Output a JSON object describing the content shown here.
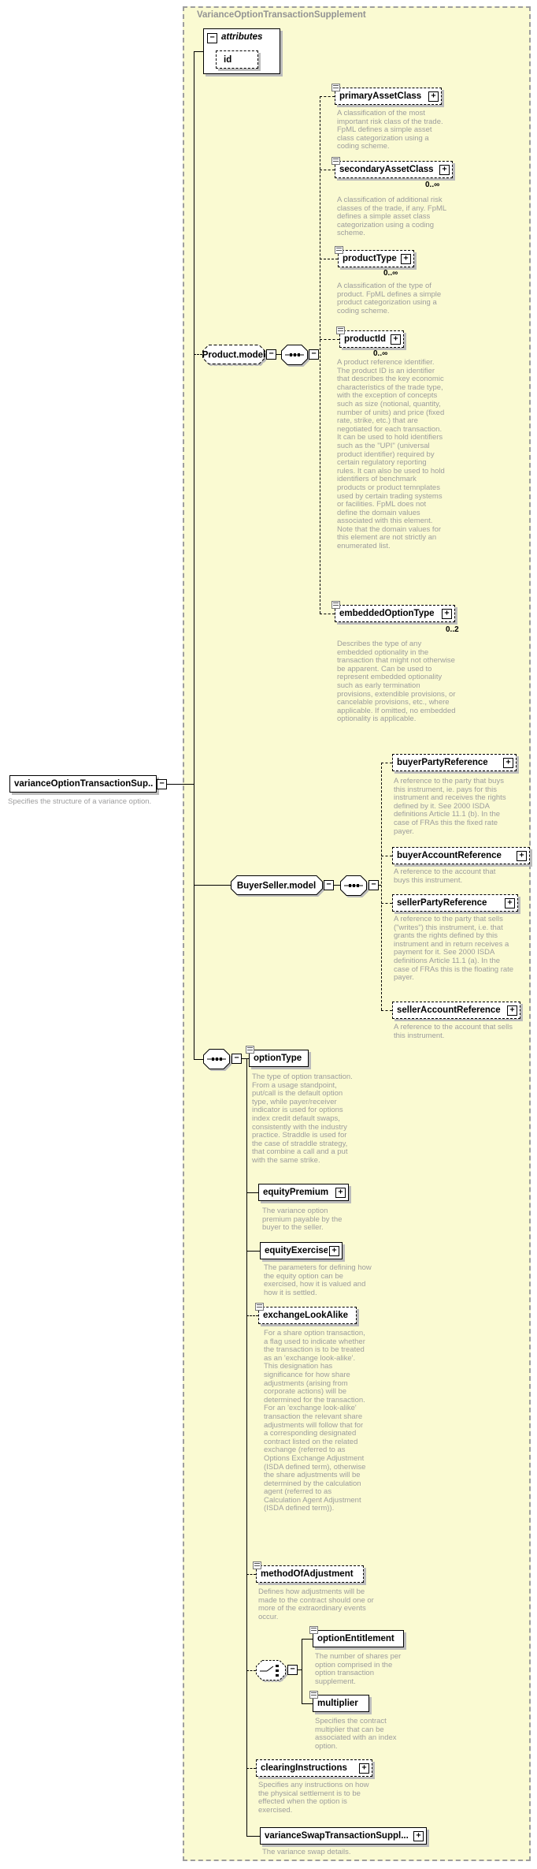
{
  "header": {
    "title": "VarianceOptionTransactionSupplement"
  },
  "icons": {
    "expand": "+",
    "collapse": "−"
  },
  "root": {
    "label": "varianceOptionTransactionSup...",
    "desc": "Specifies the structure of a variance option."
  },
  "attributes": {
    "label": "attributes",
    "id_label": "id"
  },
  "model_groups": {
    "product": {
      "label": "Product.model"
    },
    "buyer_seller": {
      "label": "BuyerSeller.model"
    }
  },
  "elements": {
    "primaryAssetClass": {
      "label": "primaryAssetClass",
      "desc": "A classification of the most important risk class of the trade. FpML defines a simple asset class categorization using a coding scheme."
    },
    "secondaryAssetClass": {
      "label": "secondaryAssetClass",
      "cardinality": "0..∞",
      "desc": "A classification of additional risk classes of the trade, if any. FpML defines a simple asset class categorization using a coding scheme."
    },
    "productType": {
      "label": "productType",
      "cardinality": "0..∞",
      "desc": "A classification of the type of product. FpML defines a simple product categorization using a coding scheme."
    },
    "productId": {
      "label": "productId",
      "cardinality": "0..∞",
      "desc": "A product reference identifier. The product ID is an identifier that describes the key economic characteristics of the trade type, with the exception of concepts such as size (notional, quantity, number of units) and price (fixed rate, strike, etc.) that are negotiated for each transaction. It can be used to hold identifiers such as the \"UPI\" (universal product identifier) required by certain regulatory reporting rules. It can also be used to hold identifiers of benchmark products or product temnplates used by certain trading systems or facilities. FpML does not define the domain values associated with this element. Note that the domain values for this element are not strictly an enumerated list."
    },
    "embeddedOptionType": {
      "label": "embeddedOptionType",
      "cardinality": "0..2",
      "desc": "Describes the type of any embedded optionality in the transaction that might not otherwise be apparent. Can be used to represent embedded optionality such as early termination provisions, extendible provisions, or cancelable provisions, etc., where applicable. If omitted, no embedded optionality is applicable."
    },
    "buyerPartyReference": {
      "label": "buyerPartyReference",
      "desc": "A reference to the party that buys this instrument, ie. pays for this instrument and receives the rights defined by it. See 2000 ISDA definitions Article 11.1 (b). In the case of FRAs this the fixed rate payer."
    },
    "buyerAccountReference": {
      "label": "buyerAccountReference",
      "desc": "A reference to the account that buys this instrument."
    },
    "sellerPartyReference": {
      "label": "sellerPartyReference",
      "desc": "A reference to the party that sells (\"writes\") this instrument, i.e. that grants the rights defined by this instrument and in return receives a payment for it. See 2000 ISDA definitions Article 11.1 (a). In the case of FRAs this is the floating rate payer."
    },
    "sellerAccountReference": {
      "label": "sellerAccountReference",
      "desc": "A reference to the account that sells this instrument."
    },
    "optionType": {
      "label": "optionType",
      "desc": "The type of option transaction. From a usage standpoint, put/call is the default option type, while payer/receiver indicator is used for options index credit default swaps, consistently with the industry practice. Straddle is used for the case of straddle strategy, that combine a call and a put with the same strike."
    },
    "equityPremium": {
      "label": "equityPremium",
      "desc": "The variance option premium payable by the buyer to the seller."
    },
    "equityExercise": {
      "label": "equityExercise",
      "desc": "The parameters for defining how the equity option can be exercised, how it is valued and how it is settled."
    },
    "exchangeLookAlike": {
      "label": "exchangeLookAlike",
      "desc": "For a share option transaction, a flag used to indicate whether the transaction is to be treated as an 'exchange look-alike'. This designation has significance for how share adjustments (arising from corporate actions) will be determined for the transaction. For an 'exchange look-alike' transaction the relevant share adjustments will follow that for a corresponding designated contract listed on the related exchange (referred to as Options Exchange Adjustment (ISDA defined term), otherwise the share adjustments will be determined by the calculation agent (referred to as Calculation Agent Adjustment (ISDA defined term))."
    },
    "methodOfAdjustment": {
      "label": "methodOfAdjustment",
      "desc": "Defines how adjustments will be made to the contract should one or more of the extraordinary events occur."
    },
    "optionEntitlement": {
      "label": "optionEntitlement",
      "desc": "The number of shares per option comprised in the option transaction supplement."
    },
    "multiplier": {
      "label": "multiplier",
      "desc": "Specifies the contract multiplier that can be associated with an index option."
    },
    "clearingInstructions": {
      "label": "clearingInstructions",
      "desc": "Specifies any instructions on how the physical settlement is to be effected when the option is exercised."
    },
    "varianceSwapTransactionSupplement": {
      "label": "varianceSwapTransactionSuppl...",
      "desc": "The variance swap details."
    }
  }
}
